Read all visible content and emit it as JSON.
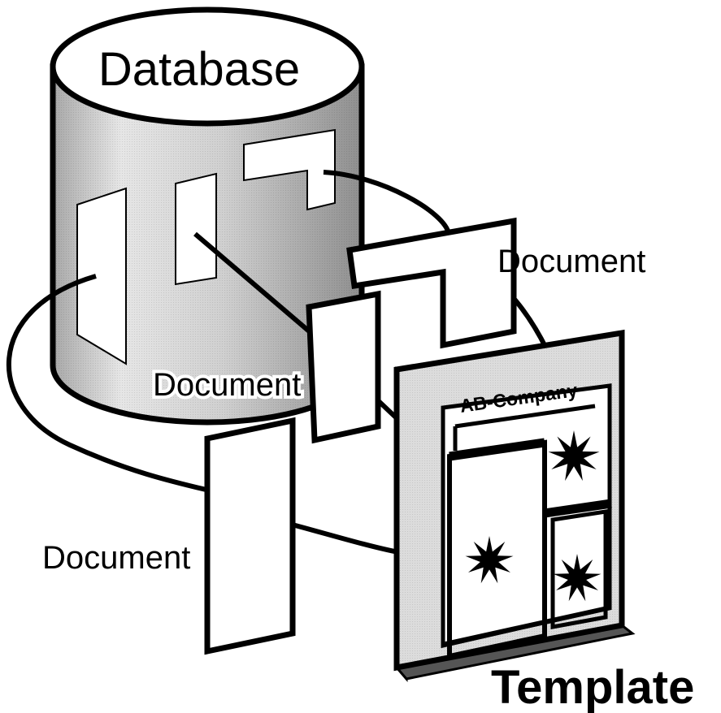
{
  "labels": {
    "database": "Database",
    "document_top": "Document",
    "document_middle": "Document",
    "document_bottom": "Document",
    "company": "AB-Company",
    "template": "Template"
  },
  "colors": {
    "ink": "#000000",
    "paper": "#ffffff",
    "cylinder_shade": "#c9c9c9",
    "frame_gray": "#d8d8d8"
  },
  "icons": [
    "database-cylinder-icon",
    "document-page-icon",
    "starburst-link-icon",
    "template-page-icon"
  ]
}
